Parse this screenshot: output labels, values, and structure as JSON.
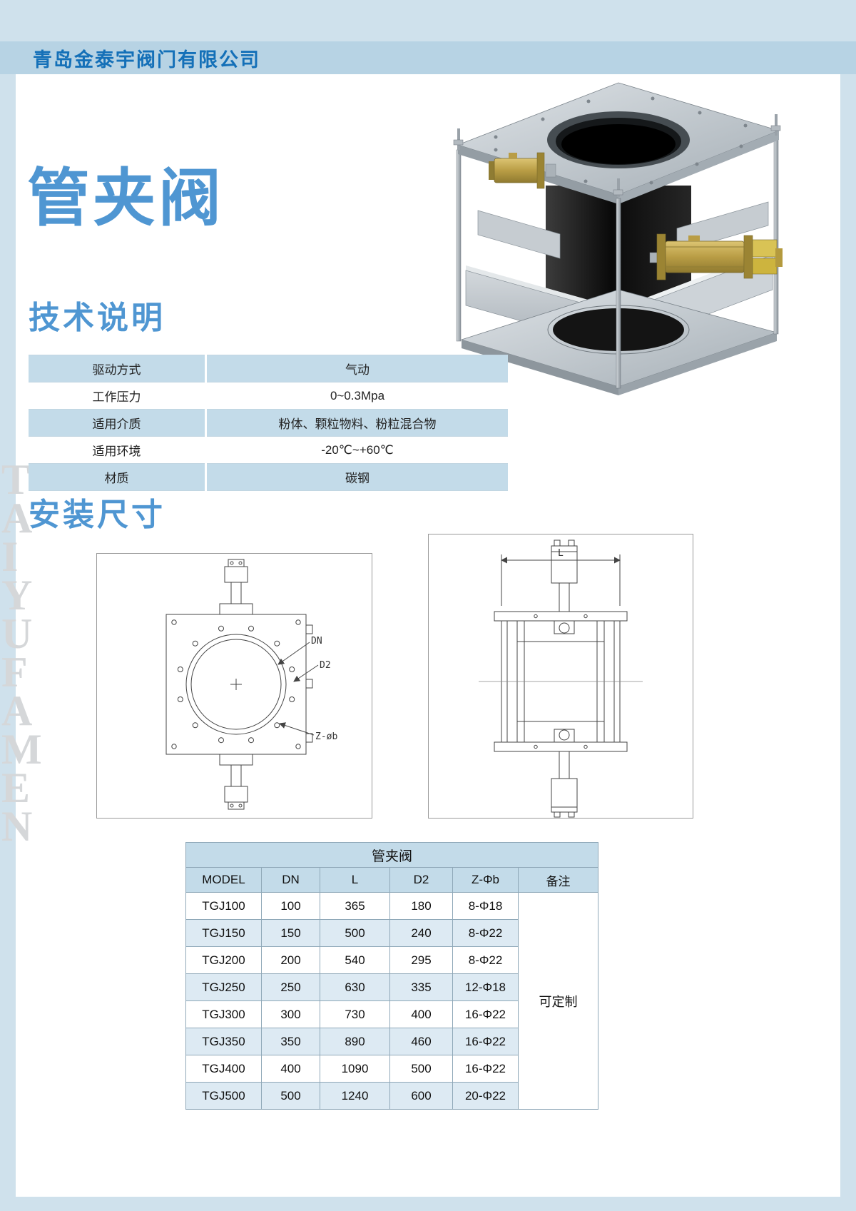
{
  "page": {
    "company": "青岛金泰宇阀门有限公司",
    "title": "管夹阀",
    "watermark": "TAIYUFAMEN"
  },
  "sections": {
    "tech_heading": "技术说明",
    "install_heading": "安装尺寸"
  },
  "tech_table": {
    "rows": [
      {
        "label": "驱动方式",
        "value": "气动"
      },
      {
        "label": "工作压力",
        "value": "0~0.3Mpa"
      },
      {
        "label": "适用介质",
        "value": "粉体、颗粒物料、粉粒混合物"
      },
      {
        "label": "适用环境",
        "value": "-20℃~+60℃"
      },
      {
        "label": "材质",
        "value": "碳钢"
      }
    ]
  },
  "drawings": {
    "top_view_labels": {
      "dn": "DN",
      "d2": "D2",
      "z_b": "Z-øb"
    },
    "side_view_labels": {
      "l": "L"
    }
  },
  "spec_table": {
    "title": "管夹阀",
    "headers": [
      "MODEL",
      "DN",
      "L",
      "D2",
      "Z-Φb",
      "备注"
    ],
    "rows": [
      {
        "model": "TGJ100",
        "dn": "100",
        "l": "365",
        "d2": "180",
        "zb": "8-Φ18"
      },
      {
        "model": "TGJ150",
        "dn": "150",
        "l": "500",
        "d2": "240",
        "zb": "8-Φ22"
      },
      {
        "model": "TGJ200",
        "dn": "200",
        "l": "540",
        "d2": "295",
        "zb": "8-Φ22"
      },
      {
        "model": "TGJ250",
        "dn": "250",
        "l": "630",
        "d2": "335",
        "zb": "12-Φ18"
      },
      {
        "model": "TGJ300",
        "dn": "300",
        "l": "730",
        "d2": "400",
        "zb": "16-Φ22"
      },
      {
        "model": "TGJ350",
        "dn": "350",
        "l": "890",
        "d2": "460",
        "zb": "16-Φ22"
      },
      {
        "model": "TGJ400",
        "dn": "400",
        "l": "1090",
        "d2": "500",
        "zb": "16-Φ22"
      },
      {
        "model": "TGJ500",
        "dn": "500",
        "l": "1240",
        "d2": "600",
        "zb": "20-Φ22"
      }
    ],
    "remark": "可定制"
  },
  "colors": {
    "accent_blue": "#4f96d2",
    "company_blue": "#1470b8",
    "frame_blue": "#cfe1ec",
    "bar_blue": "#b7d3e4",
    "table_header_blue": "#c3dbe9",
    "row_alt_blue": "#ddeaf3"
  }
}
